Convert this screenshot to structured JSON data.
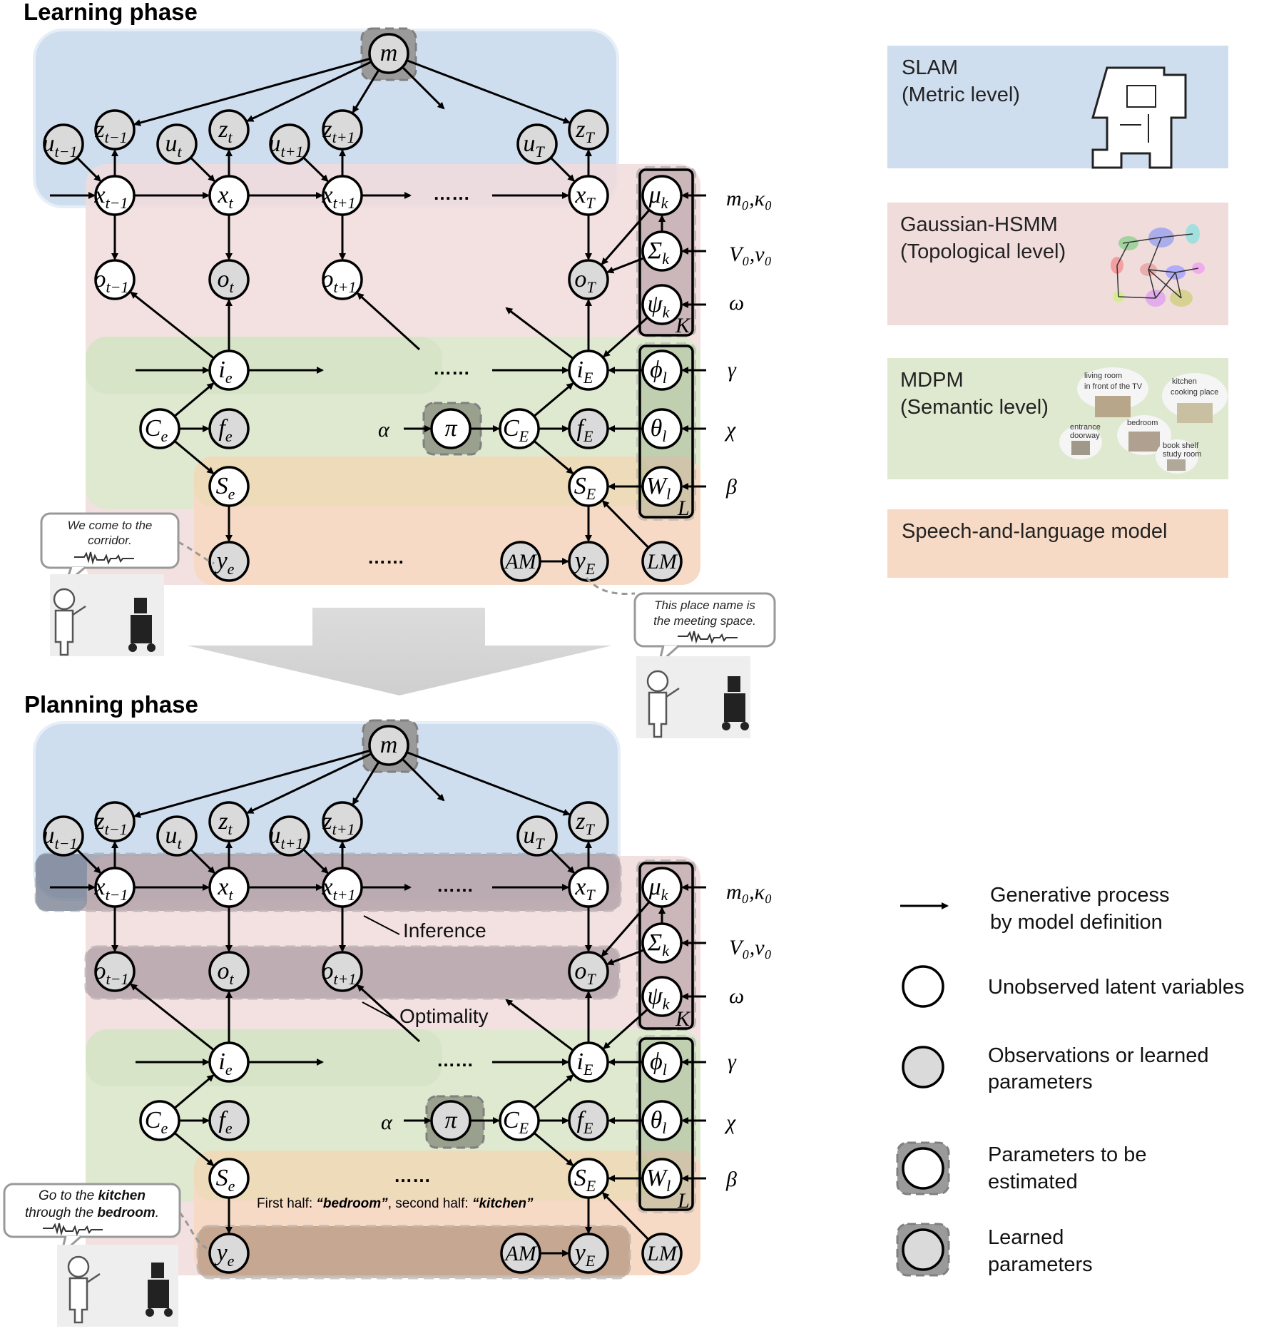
{
  "titles": {
    "learning": "Learning phase",
    "planning": "Planning phase"
  },
  "nodes": {
    "m": "m",
    "u_tm1": "u",
    "u_tm1_sub": "t−1",
    "u_t": "u",
    "u_t_sub": "t",
    "u_tp1": "u",
    "u_tp1_sub": "t+1",
    "u_T": "u",
    "u_T_sub": "T",
    "z_tm1": "z",
    "z_tm1_sub": "t−1",
    "z_t": "z",
    "z_t_sub": "t",
    "z_tp1": "z",
    "z_tp1_sub": "t+1",
    "z_T": "z",
    "z_T_sub": "T",
    "x_tm1": "x",
    "x_tm1_sub": "t−1",
    "x_t": "x",
    "x_t_sub": "t",
    "x_tp1": "x",
    "x_tp1_sub": "t+1",
    "x_T": "x",
    "x_T_sub": "T",
    "o_tm1": "o",
    "o_tm1_sub": "t−1",
    "o_t": "o",
    "o_t_sub": "t",
    "o_tp1": "o",
    "o_tp1_sub": "t+1",
    "o_T": "o",
    "o_T_sub": "T",
    "i_e": "i",
    "i_e_sub": "e",
    "i_E": "i",
    "i_E_sub": "E",
    "C_e": "C",
    "C_e_sub": "e",
    "C_E": "C",
    "C_E_sub": "E",
    "f_e": "f",
    "f_e_sub": "e",
    "f_E": "f",
    "f_E_sub": "E",
    "S_e": "S",
    "S_e_sub": "e",
    "S_E": "S",
    "S_E_sub": "E",
    "y_e": "y",
    "y_e_sub": "e",
    "y_E": "y",
    "y_E_sub": "E",
    "pi": "π",
    "AM": "AM",
    "LM": "LM",
    "mu": "μ",
    "mu_sub": "k",
    "sigma": "Σ",
    "sigma_sub": "k",
    "psi": "ψ",
    "psi_sub": "k",
    "phi": "ϕ",
    "phi_sub": "l",
    "theta": "θ",
    "theta_sub": "l",
    "W": "W",
    "W_sub": "l"
  },
  "plates": {
    "K": "K",
    "L": "L"
  },
  "hyper": {
    "m0k0": "m₀,κ₀",
    "V0v0": "V₀,ν₀",
    "omega": "ω",
    "gamma": "γ",
    "chi": "χ",
    "beta": "β",
    "alpha": "α"
  },
  "dots": "……",
  "bubbles": {
    "learn1_line1": "We come to the",
    "learn1_line2": "corridor.",
    "learn2_line1": "This place name is",
    "learn2_line2": "the meeting space.",
    "plan_line1_a": "Go to the ",
    "plan_line1_b": "kitchen",
    "plan_line2_a": "through the ",
    "plan_line2_b": "bedroom",
    "plan_line2_c": "."
  },
  "annotations": {
    "inference": "Inference",
    "optimality": "Optimality",
    "halves_a": "First half: ",
    "halves_b": "“bedroom”",
    "halves_c": ", second half: ",
    "halves_d": "“kitchen”"
  },
  "panels": {
    "slam_1": "SLAM",
    "slam_2": "(Metric level)",
    "hsmm_1": "Gaussian-HSMM",
    "hsmm_2": "(Topological level)",
    "mdpm_1": "MDPM",
    "mdpm_2": "(Semantic level)",
    "speech": "Speech-and-language model"
  },
  "semantic_thumbs": {
    "t1a": "living room",
    "t1b": "in front of the TV",
    "t2a": "kitchen",
    "t2b": "cooking place",
    "t3": "bedroom",
    "t4a": "entrance",
    "t4b": "doorway",
    "t5a": "book shelf",
    "t5b": "study room"
  },
  "legend": {
    "generative_1": "Generative process",
    "generative_2": "by model definition",
    "unobserved": "Unobserved latent variables",
    "observed_1": "Observations or learned",
    "observed_2": "parameters",
    "estimated_1": "Parameters to be",
    "estimated_2": "estimated",
    "learned_1": "Learned",
    "learned_2": "parameters"
  },
  "colors": {
    "slam": "#cfdeef",
    "hsmm": "#f1dcdc",
    "mdpm": "#dfe9d0",
    "speech": "#f6dac6",
    "observed_node": "#dadada"
  }
}
